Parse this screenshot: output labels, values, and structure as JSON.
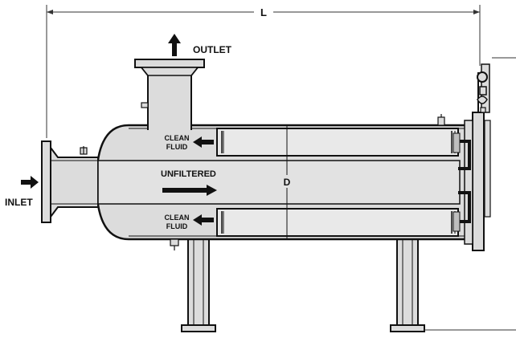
{
  "labels": {
    "dimension_length": "L",
    "dimension_diameter": "D",
    "outlet": "OUTLET",
    "inlet": "INLET",
    "unfiltered": "UNFILTERED",
    "clean_fluid_top_line1": "CLEAN",
    "clean_fluid_top_line2": "FLUID",
    "clean_fluid_bottom_line1": "CLEAN",
    "clean_fluid_bottom_line2": "FLUID"
  },
  "colors": {
    "body_fill": "#dcdcdc",
    "outline": "#111111",
    "element_fill": "#e9e9e9",
    "background": "#ffffff"
  }
}
